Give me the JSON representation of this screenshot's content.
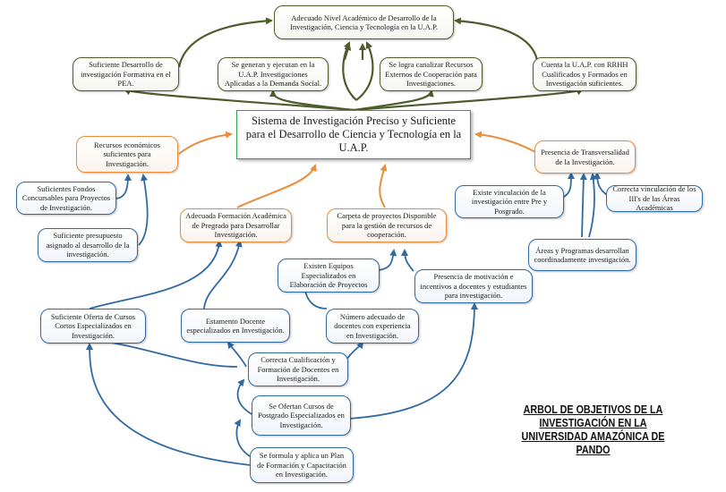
{
  "colors": {
    "fines_border": "#4d5c2a",
    "medios_border": "#e98d3b",
    "acciones_border": "#2f6aa3",
    "centro_border": "#2ea24c"
  },
  "center": {
    "text": "Sistema de Investigación Preciso y Suficiente para el Desarrollo de Ciencia y Tecnología en la U.A.P."
  },
  "fines": {
    "top": "Adecuado Nivel Académico de Desarrollo de la Investigación, Ciencia y Tecnología en la U.A.P.",
    "f1": "Suficiente Desarrollo de investigación Formativa en el PEA.",
    "f2": "Se generan y ejecutan  en la U.A.P. Investigaciones Aplicadas a la Demanda Social.",
    "f3": "Se logra canalizar Recursos Externos de Cooperación para Investigaciones.",
    "f4": "Cuenta la U.A.P. con RRHH Cualificados y Formados en Investigación suficientes."
  },
  "medios": {
    "recursos": "Recursos económicos suficientes para Investigación.",
    "formacion": "Adecuada Formación Académica de Pregrado para Desarrollar Investigación.",
    "carpeta": "Carpeta de proyectos Disponible para la gestión de recursos de cooperación.",
    "transversalidad": "Presencia de Transversalidad de la Investigación."
  },
  "acciones": {
    "fondos": "Suficientes Fondos Concursables para Proyectos de Investigación.",
    "presupuesto": "Suficiente presupuesto asignado al desarrollo de la investigación.",
    "vinculacion_pre_pos": "Existe vinculación de  la investigación entre Pre y Posgrado.",
    "vinculacion_iii": "Correcta vinculación de los III's de las Áreas Académicas",
    "areas": "Áreas y Programas desarrollan coordinadamente investigación.",
    "equipos": "Existen Equipos Especializados en Elaboración de Proyectos",
    "motivacion": "Presencia de motivación e incentivos a docentes y estudiantes para investigación.",
    "cursos_cortos": "Suficiente Oferta de  Cursos Cortos Especializados en Investigación.",
    "estamento": "Estamento Docente especializados en Investigación.",
    "numero_docentes": "Número adecuado de docentes con experiencia en Investigación.",
    "cualificacion": "Correcta Cualificación y Formación de Docentes en Investigación.",
    "postgrado": "Se Ofertan Cursos de Postgrado Especializados en Investigación.",
    "plan": "Se formula y  aplica un Plan de Formación y Capacitación en Investigación."
  },
  "title": "ARBOL DE OBJETIVOS DE LA INVESTIGACIÓN EN LA UNIVERSIDAD AMAZÓNICA DE PANDO"
}
